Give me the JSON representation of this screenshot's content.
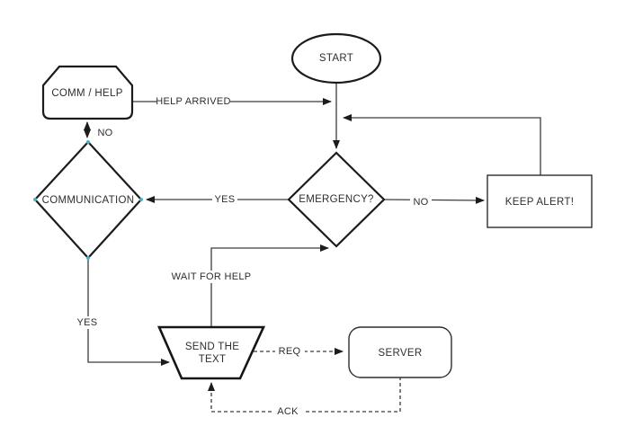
{
  "diagram": {
    "background_color": "#ffffff",
    "stroke_color": "#1c1c1c",
    "connector_color": "#3c3c3c",
    "connection_point_color": "#4fb0c1",
    "nodes": {
      "start": {
        "label": "START",
        "shape": "ellipse"
      },
      "comm_help": {
        "label": "COMM / HELP",
        "shape": "card"
      },
      "communication": {
        "label": "COMMUNICATION",
        "shape": "decision-diamond"
      },
      "emergency": {
        "label": "EMERGENCY?",
        "shape": "decision-diamond"
      },
      "keep_alert": {
        "label": "KEEP ALERT!",
        "shape": "rectangle"
      },
      "send_text": {
        "label": "SEND THE TEXT",
        "label_line1": "SEND THE",
        "label_line2": "TEXT",
        "shape": "manual-operation-trapezoid"
      },
      "server": {
        "label": "SERVER",
        "shape": "rounded-rectangle"
      }
    },
    "edges": {
      "start_to_emergency": {
        "from": "start",
        "to": "emergency",
        "label": "",
        "style": "solid"
      },
      "help_arrived": {
        "from": "comm_help",
        "to": "main_flow_line",
        "label": "HELP ARRIVED",
        "style": "solid"
      },
      "keep_alert_return": {
        "from": "keep_alert",
        "to": "main_flow_line",
        "label": "",
        "style": "solid"
      },
      "emergency_yes": {
        "from": "emergency",
        "to": "communication",
        "label": "YES",
        "style": "solid"
      },
      "emergency_no": {
        "from": "emergency",
        "to": "keep_alert",
        "label": "NO",
        "style": "solid"
      },
      "communication_no": {
        "from": "communication",
        "to": "comm_help",
        "label": "NO",
        "style": "solid",
        "bidirectional": true
      },
      "communication_yes": {
        "from": "communication",
        "to": "send_text",
        "label": "YES",
        "style": "solid"
      },
      "wait_for_help": {
        "from": "send_text",
        "to": "emergency",
        "label": "WAIT FOR HELP",
        "style": "solid"
      },
      "req": {
        "from": "send_text",
        "to": "server",
        "label": "REQ",
        "style": "dashed"
      },
      "ack": {
        "from": "server",
        "to": "send_text",
        "label": "ACK",
        "style": "dashed"
      }
    }
  }
}
